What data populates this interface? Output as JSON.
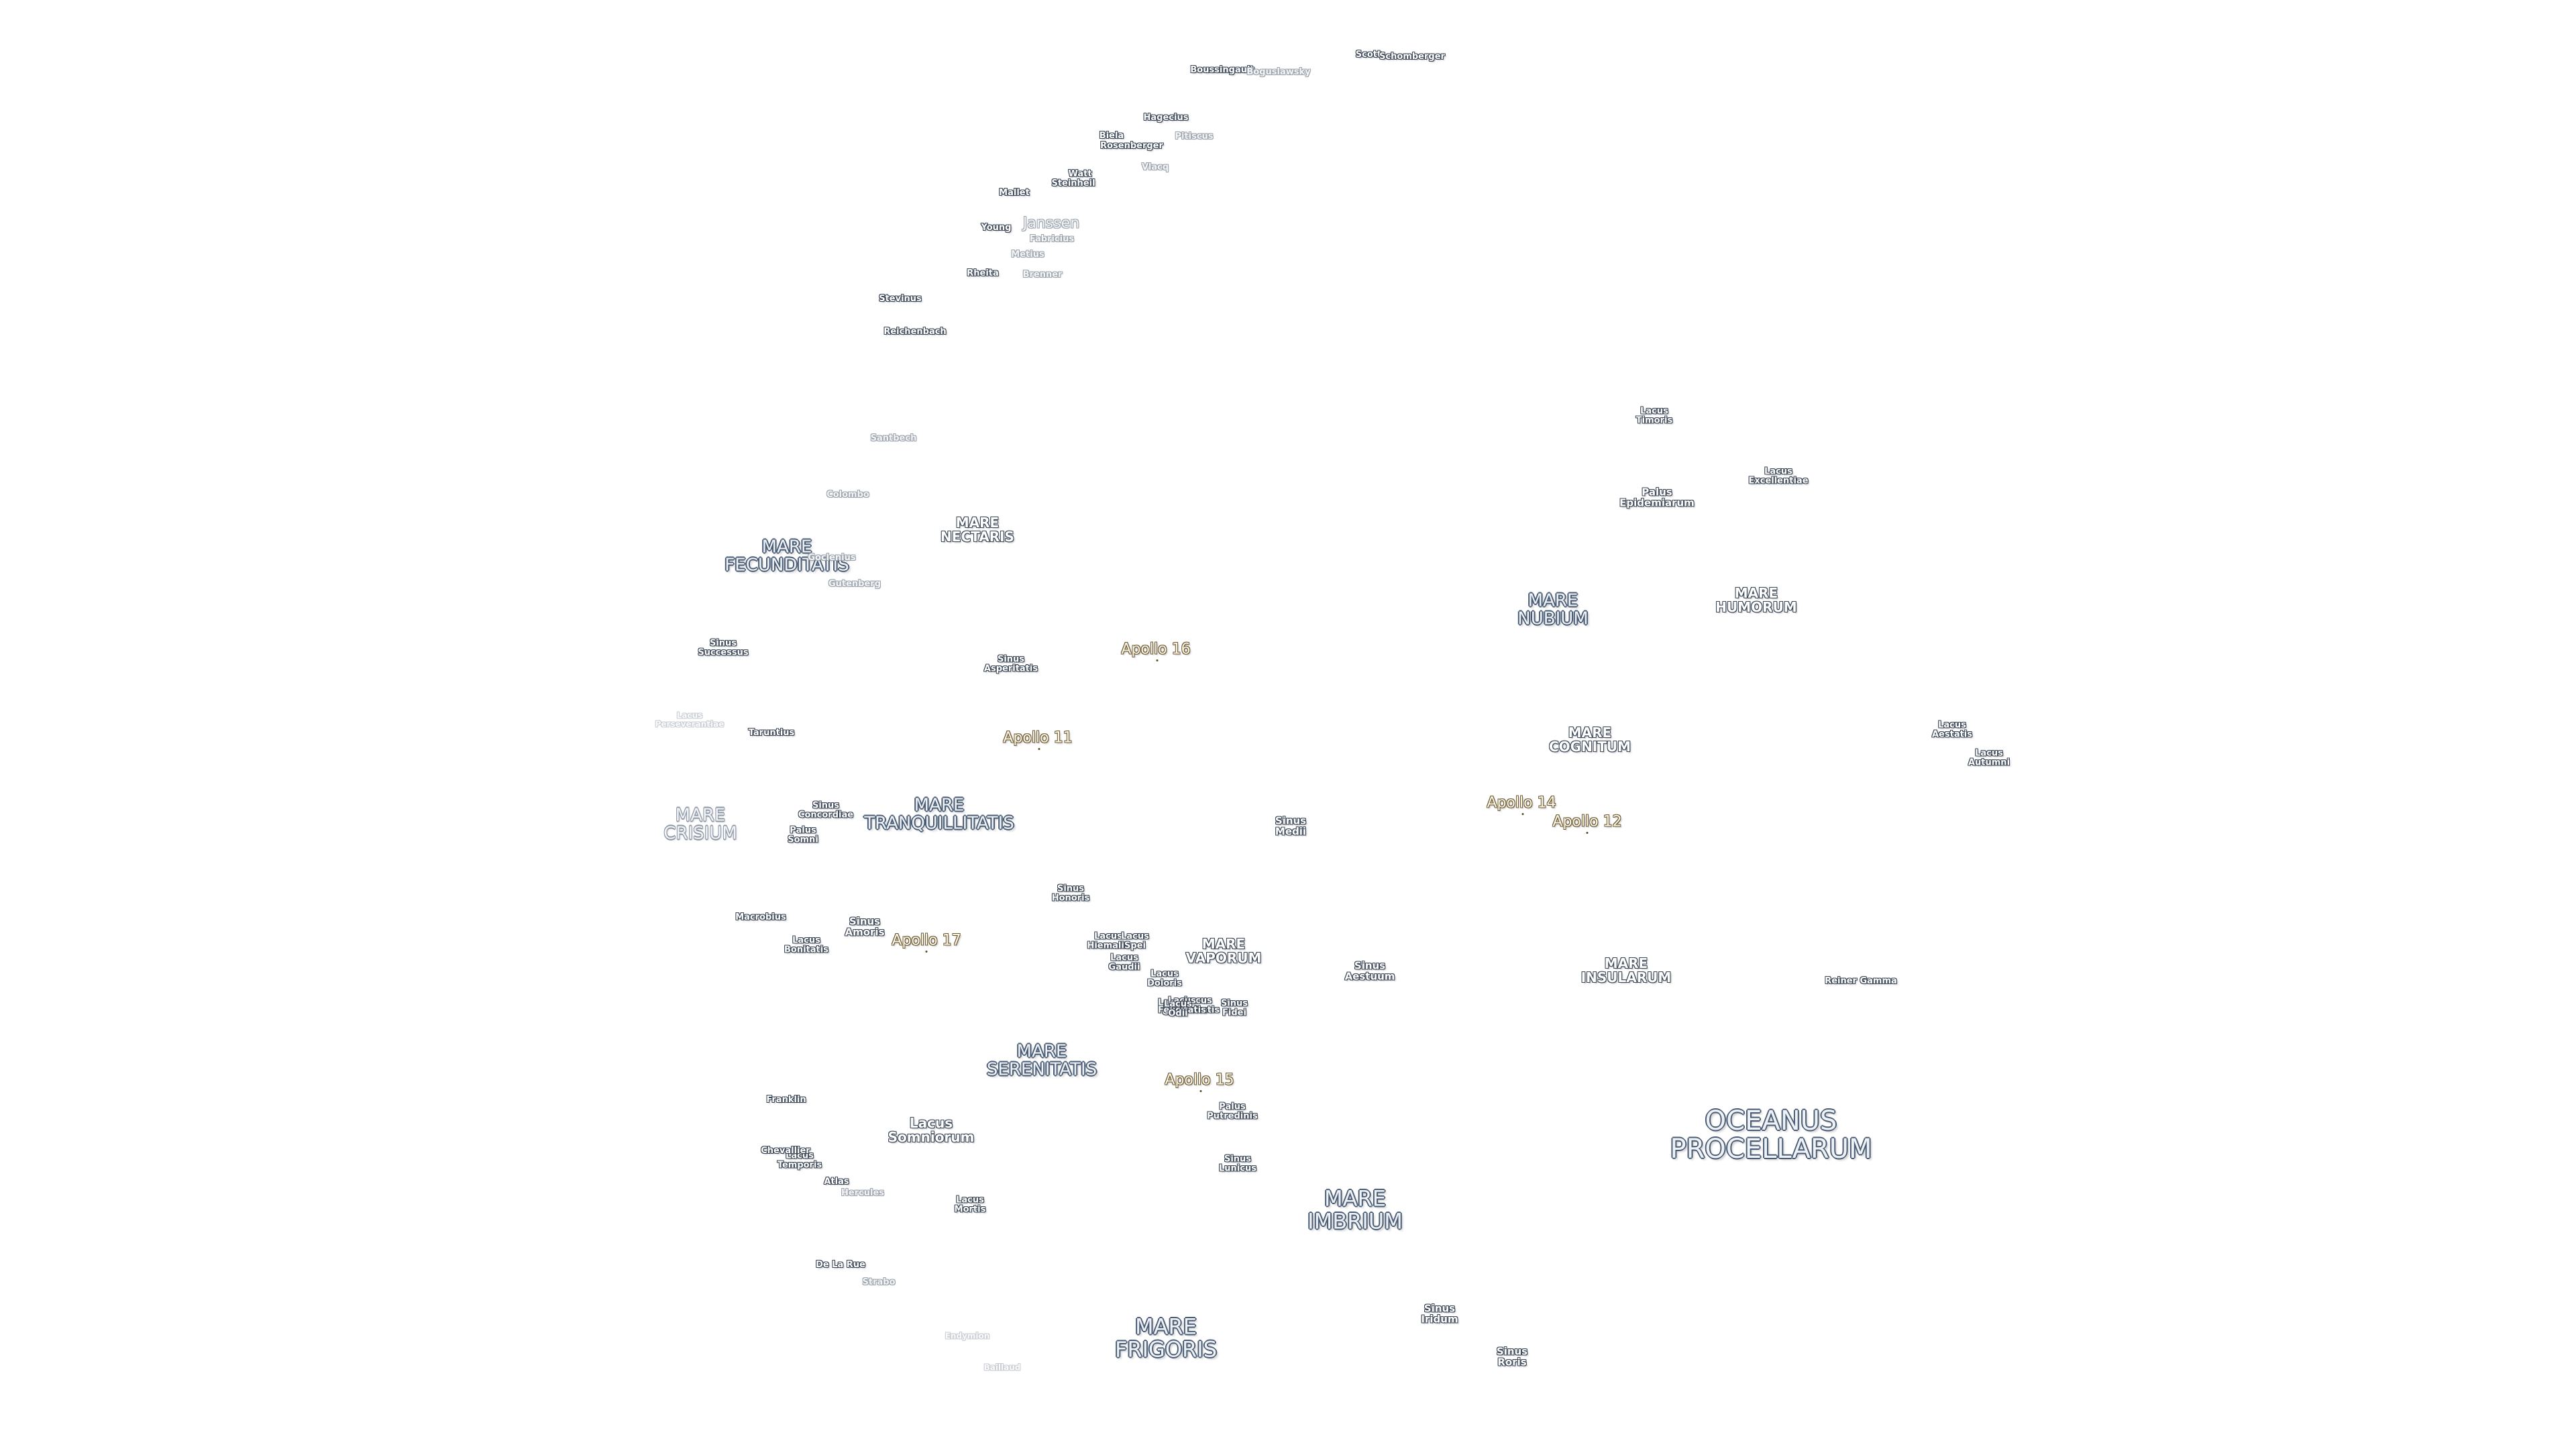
{
  "labels": [
    {
      "text": "OCEANUS\nPROCELLARUM",
      "x": 0,
      "y": 0,
      "kind": "ocean"
    },
    {
      "text": "MARE\nFRIGORIS",
      "kind": "mare-xl"
    },
    {
      "text": "MARE\nIMBRIUM",
      "kind": "mare-xl"
    },
    {
      "text": "MARE\nSERENITATIS",
      "kind": "mare-l"
    },
    {
      "text": "MARE\nTRANQUILLITATIS",
      "kind": "mare-l"
    },
    {
      "text": "MARE\nCRISIUM",
      "kind": "faint-m"
    },
    {
      "text": "MARE\nFECUNDITATIS",
      "kind": "mare-l"
    },
    {
      "text": "MARE\nNECTARIS",
      "kind": "mare-m"
    },
    {
      "text": "MARE\nNUBIUM",
      "kind": "mare-l"
    },
    {
      "text": "MARE\nHUMORUM",
      "kind": "mare-m"
    },
    {
      "text": "MARE\nCOGNITUM",
      "kind": "mare-m"
    },
    {
      "text": "MARE\nINSULARUM",
      "kind": "mare-m"
    },
    {
      "text": "MARE\nVAPORUM",
      "kind": "mare-m"
    },
    {
      "text": "Lacus\nSomniorum",
      "kind": "mare-m"
    },
    {
      "text": "Sinus\nAestuum",
      "kind": "feature"
    },
    {
      "text": "Sinus\nMedii",
      "kind": "feature"
    },
    {
      "text": "Sinus\nIridum",
      "kind": "feature"
    },
    {
      "text": "Sinus\nRoris",
      "kind": "feature"
    },
    {
      "text": "Sinus\nAsperitatis",
      "kind": "crater"
    },
    {
      "text": "Sinus\nAmoris",
      "kind": "feature"
    },
    {
      "text": "Sinus\nConcordiae",
      "kind": "crater"
    },
    {
      "text": "Sinus\nSuccessus",
      "kind": "crater"
    },
    {
      "text": "Sinus\nHonoris",
      "kind": "crater"
    },
    {
      "text": "Sinus\nLunicus",
      "kind": "crater"
    },
    {
      "text": "Sinus\nFidei",
      "kind": "crater"
    },
    {
      "text": "Palus\nSomni",
      "kind": "crater"
    },
    {
      "text": "Palus\nPutredinis",
      "kind": "crater"
    },
    {
      "text": "Palus\nEpidemiarum",
      "kind": "feature"
    },
    {
      "text": "Lacus\nTimoris",
      "kind": "crater"
    },
    {
      "text": "Lacus\nExcellentiae",
      "kind": "crater"
    },
    {
      "text": "Lacus\nAestatis",
      "kind": "crater"
    },
    {
      "text": "Lacus\nAutumni",
      "kind": "crater"
    },
    {
      "text": "Lacus\nBonitatis",
      "kind": "crater"
    },
    {
      "text": "Lacus\nTemporis",
      "kind": "crater"
    },
    {
      "text": "Lacus\nMortis",
      "kind": "crater"
    },
    {
      "text": "Lacus\nPerseverantiae",
      "kind": "vfaint"
    },
    {
      "text": "Lacus\nHiemalis",
      "kind": "crater"
    },
    {
      "text": "Lacus\nOdii",
      "kind": "crater"
    },
    {
      "text": "Lacus\nGaudii",
      "kind": "crater"
    },
    {
      "text": "Lacus\nDoloris",
      "kind": "crater"
    },
    {
      "text": "Lacus\nLenitatis",
      "kind": "crater"
    },
    {
      "text": "Lacus\nSpei",
      "kind": "crater"
    },
    {
      "text": "Lacus\nFelicitatis",
      "kind": "crater"
    },
    {
      "text": "Lacus\nOdii",
      "kind": "crater"
    },
    {
      "text": "Reiner Gamma",
      "kind": "crater"
    },
    {
      "text": "Apollo 11",
      "kind": "apollo"
    },
    {
      "text": "Apollo 12",
      "kind": "apollo"
    },
    {
      "text": "Apollo 14",
      "kind": "apollo"
    },
    {
      "text": "Apollo 15",
      "kind": "apollo"
    },
    {
      "text": "Apollo 16",
      "kind": "apollo"
    },
    {
      "text": "Apollo 17",
      "kind": "apollo"
    },
    {
      "text": "Boussingault",
      "kind": "crater"
    },
    {
      "text": "Boguslawsky",
      "kind": "faint"
    },
    {
      "text": "Scott",
      "kind": "crater"
    },
    {
      "text": "Schomberger",
      "kind": "crater"
    },
    {
      "text": "Hagecius",
      "kind": "crater"
    },
    {
      "text": "Biela",
      "kind": "crater"
    },
    {
      "text": "Rosenberger",
      "kind": "crater"
    },
    {
      "text": "Pitiscus",
      "kind": "faint"
    },
    {
      "text": "Vlacq",
      "kind": "faint"
    },
    {
      "text": "Watt",
      "kind": "crater"
    },
    {
      "text": "Steinheil",
      "kind": "crater"
    },
    {
      "text": "Mallet",
      "kind": "crater"
    },
    {
      "text": "Janssen",
      "kind": "faint-l"
    },
    {
      "text": "Young",
      "kind": "crater"
    },
    {
      "text": "Fabricius",
      "kind": "faint"
    },
    {
      "text": "Metius",
      "kind": "faint"
    },
    {
      "text": "Rheita",
      "kind": "crater"
    },
    {
      "text": "Brenner",
      "kind": "faint"
    },
    {
      "text": "Stevinus",
      "kind": "crater"
    },
    {
      "text": "Reichenbach",
      "kind": "crater"
    },
    {
      "text": "Santbech",
      "kind": "faint"
    },
    {
      "text": "Colombo",
      "kind": "faint"
    },
    {
      "text": "Goclenius",
      "kind": "faint"
    },
    {
      "text": "Gutenberg",
      "kind": "faint"
    },
    {
      "text": "Taruntius",
      "kind": "crater"
    },
    {
      "text": "Macrobius",
      "kind": "crater"
    },
    {
      "text": "Franklin",
      "kind": "crater"
    },
    {
      "text": "Chevallier",
      "kind": "crater"
    },
    {
      "text": "Atlas",
      "kind": "crater"
    },
    {
      "text": "Hercules",
      "kind": "faint"
    },
    {
      "text": "De La Rue",
      "kind": "crater"
    },
    {
      "text": "Strabo",
      "kind": "faint"
    },
    {
      "text": "Endymion",
      "kind": "vfaint"
    },
    {
      "text": "Baillaud",
      "kind": "vfaint"
    }
  ]
}
